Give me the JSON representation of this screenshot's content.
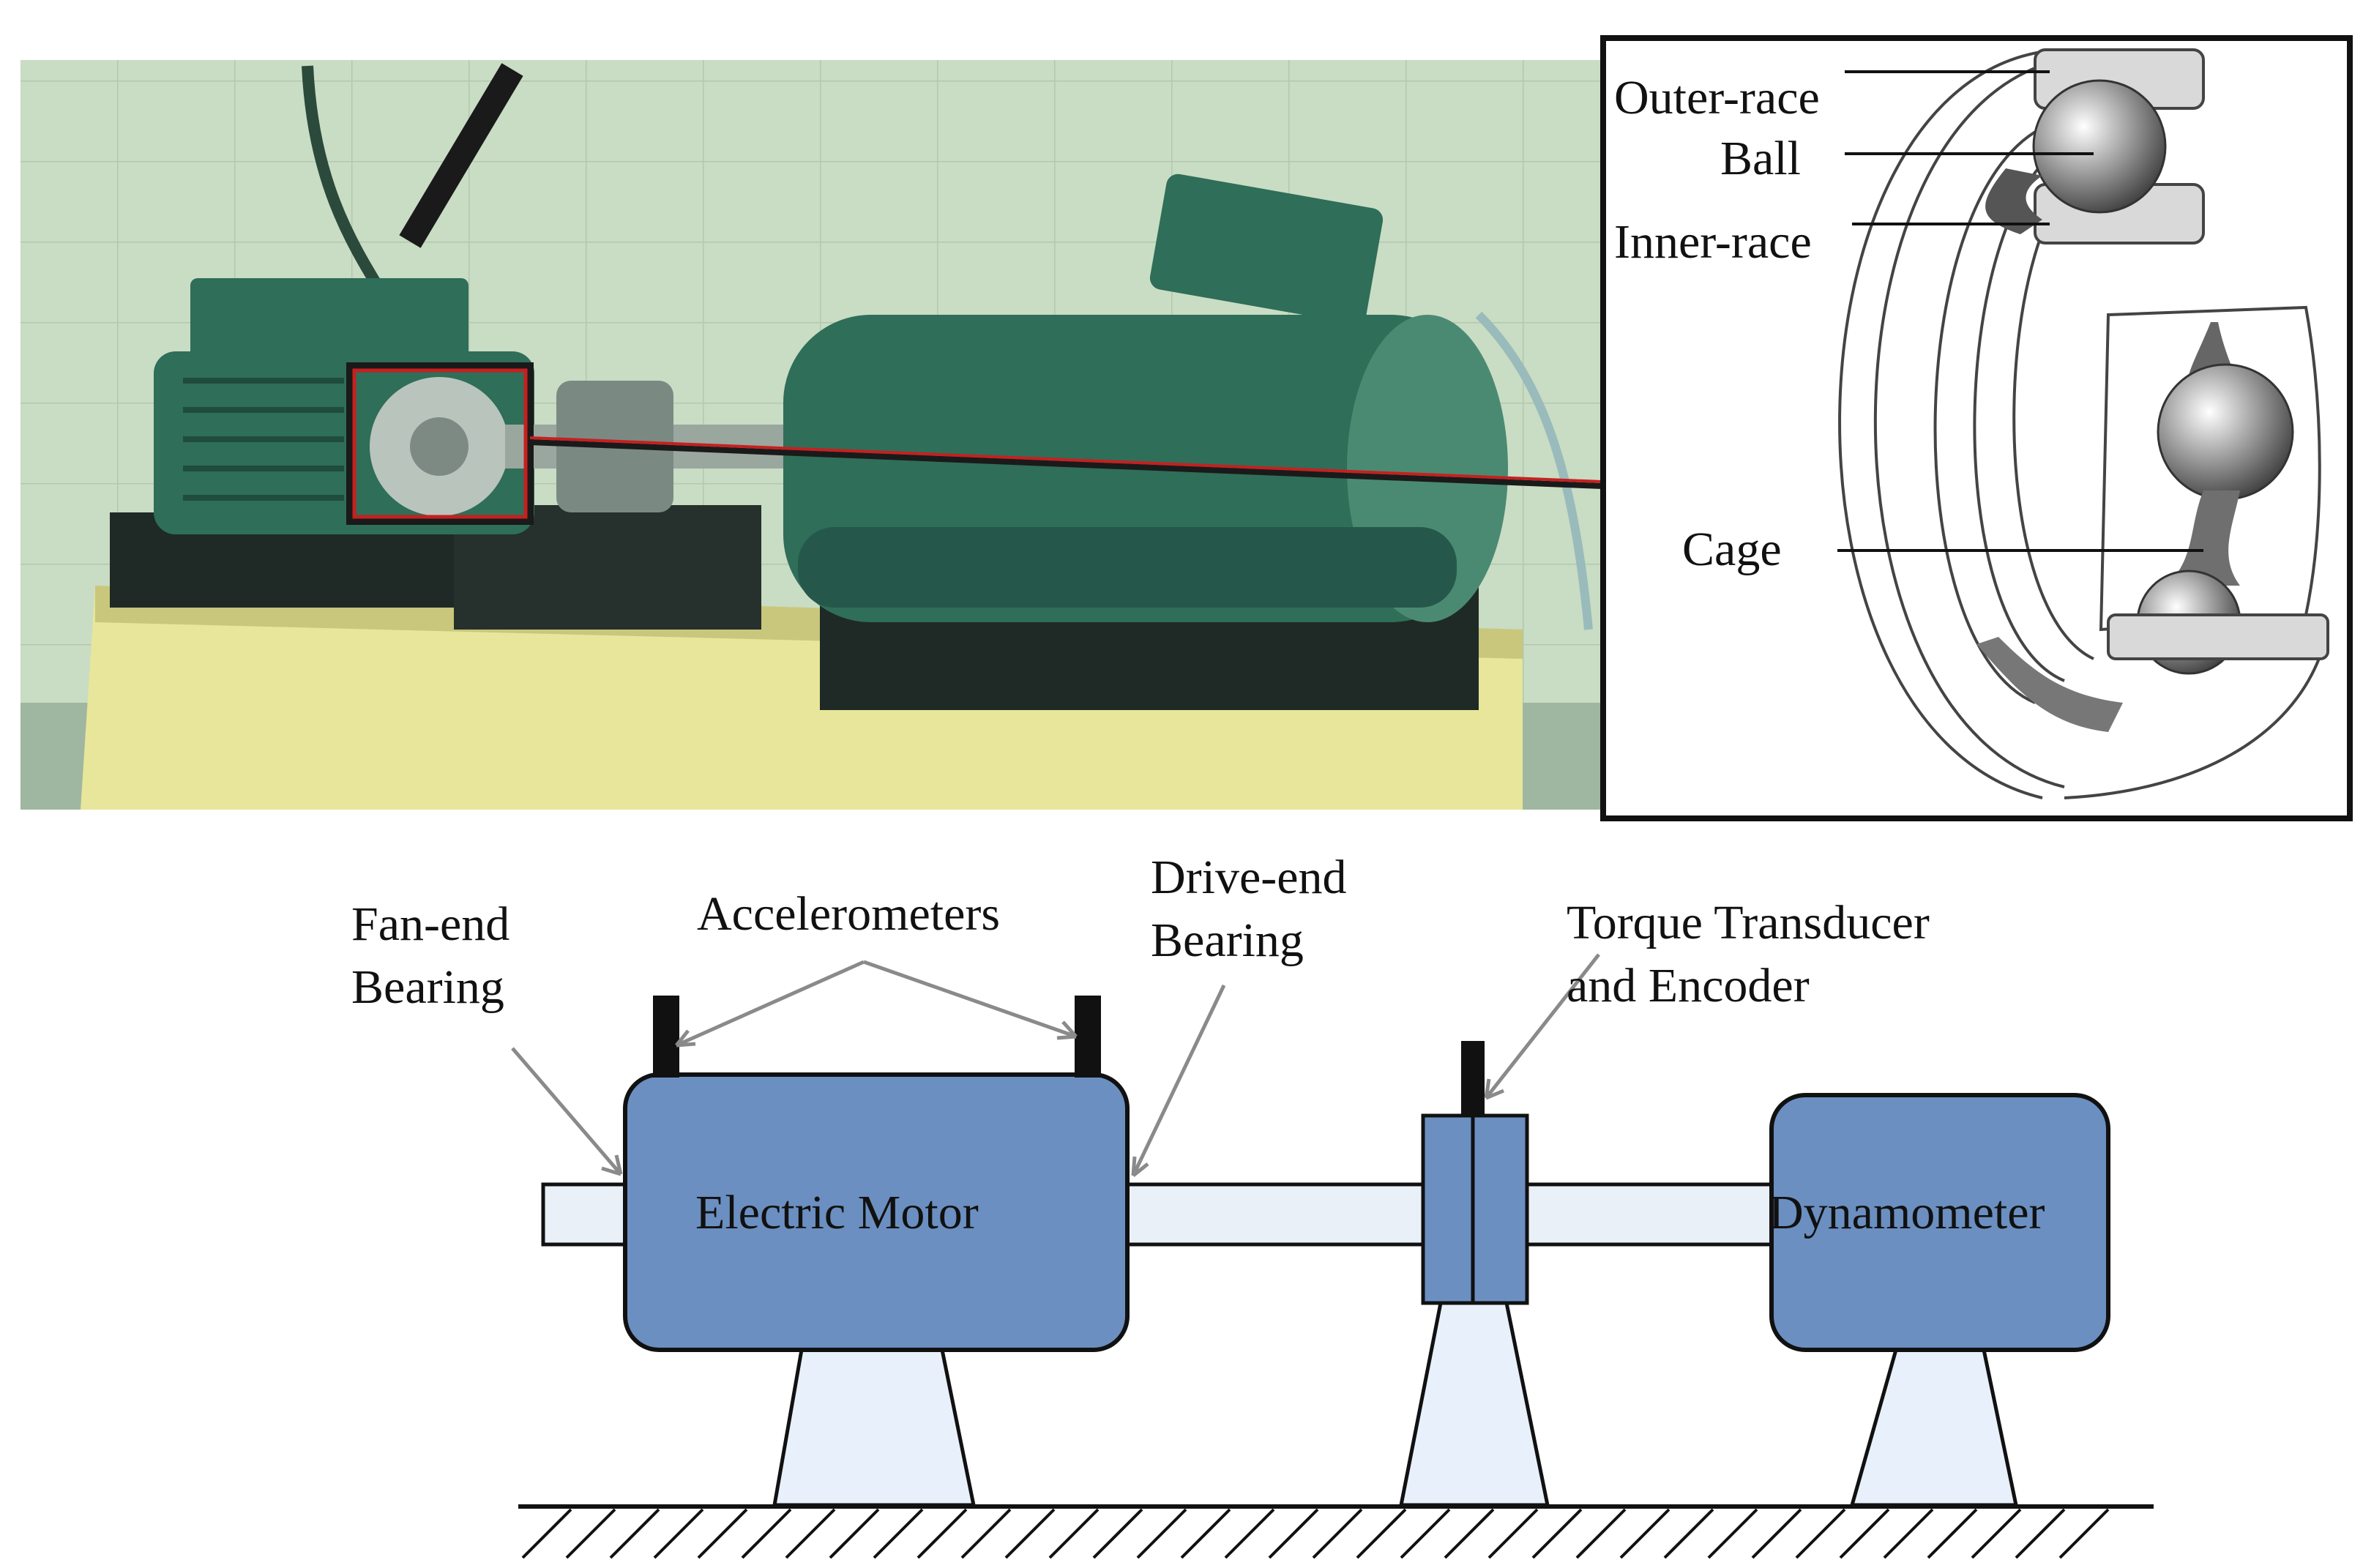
{
  "colors": {
    "photo_wall": "#c9dcc4",
    "photo_wall_grid": "#b3c8af",
    "motor_green": "#2f6e58",
    "motor_green_dark": "#1f4c3d",
    "motor_green_light": "#4a8a72",
    "bench_yellow": "#e7e69a",
    "base_dark": "#1f2a26",
    "highlight_red": "#c62020",
    "block_fill": "#6b8fc0",
    "block_stroke": "#111111",
    "shaft_fill": "#e9f0f8",
    "support_fill": "#e8f0fb",
    "arrow_gray": "#8a8a8a",
    "bearing_gray": "#d9d9d9"
  },
  "bearing_inset": {
    "labels": {
      "outer_race": "Outer-race",
      "ball": "Ball",
      "inner_race": "Inner-race",
      "cage": "Cage"
    }
  },
  "schematic": {
    "labels": {
      "fan_end_1": "Fan-end",
      "fan_end_2": "Bearing",
      "accelerometers": "Accelerometers",
      "drive_end_1": "Drive-end",
      "drive_end_2": "Bearing",
      "torque_1": "Torque Transducer",
      "torque_2": "and Encoder"
    },
    "blocks": {
      "motor": "Electric Motor",
      "dynamometer": "Dynamometer"
    }
  }
}
